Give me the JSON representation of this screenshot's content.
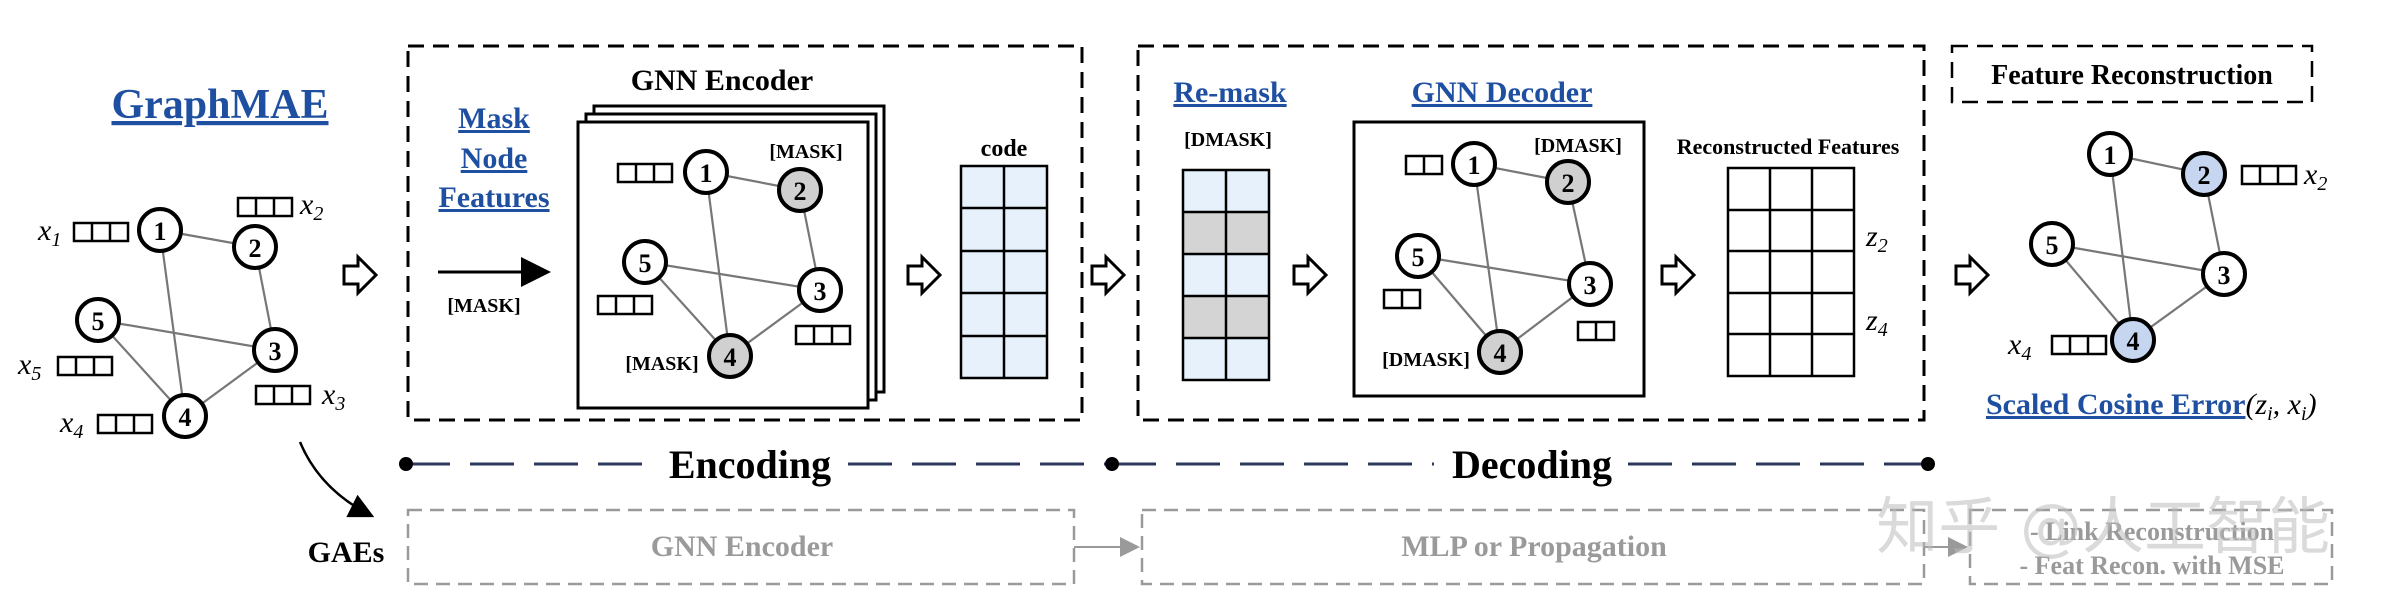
{
  "title": "GraphMAE",
  "input_graph": {
    "x1": "x",
    "x1_sub": "1",
    "x2": "x",
    "x2_sub": "2",
    "x3": "x",
    "x3_sub": "3",
    "x4": "x",
    "x4_sub": "4",
    "x5": "x",
    "x5_sub": "5",
    "nodes": [
      "1",
      "2",
      "3",
      "4",
      "5"
    ]
  },
  "mask_step": {
    "line1": "Mask",
    "line2": "Node",
    "line3": "Features",
    "arrow_label": "[MASK]"
  },
  "encoder": {
    "title": "GNN Encoder",
    "mask_label_1": "[MASK]",
    "mask_label_2": "[MASK]",
    "code_label": "code"
  },
  "decoder_block": {
    "remask_label": "Re-mask",
    "dmask_label": "[DMASK]",
    "decoder_title": "GNN Decoder",
    "dmask_1": "[DMASK]",
    "dmask_2": "[DMASK]",
    "reconstructed_label": "Reconstructed Features",
    "z2": "z",
    "z2_sub": "2",
    "z4": "z",
    "z4_sub": "4"
  },
  "reconstruction": {
    "title": "Feature Reconstruction",
    "x2": "x",
    "x2_sub": "2",
    "x4": "x",
    "x4_sub": "4",
    "loss_label": "Scaled Cosine Error",
    "loss_args": "(z",
    "loss_i": "i",
    "loss_comma": ", x",
    "loss_i2": "i",
    "loss_close": ")"
  },
  "phases": {
    "encoding": "Encoding",
    "decoding": "Decoding"
  },
  "gaes": {
    "label": "GAEs",
    "encoder": "GNN Encoder",
    "middle": "MLP or Propagation",
    "out_line1": "- Link Reconstruction",
    "out_line2": "- Feat Recon. with MSE"
  },
  "watermark": "知乎 @人工智能",
  "colors": {
    "link_blue": "#1f4fa0",
    "masked_node": "#d0d0d0",
    "recon_node": "#c6d6f0",
    "code_cell": "#e6f1fb",
    "gray_cell": "#d4d4d4",
    "dashed_gray": "#9a9a9a",
    "phase_line": "#2b3a5c"
  }
}
